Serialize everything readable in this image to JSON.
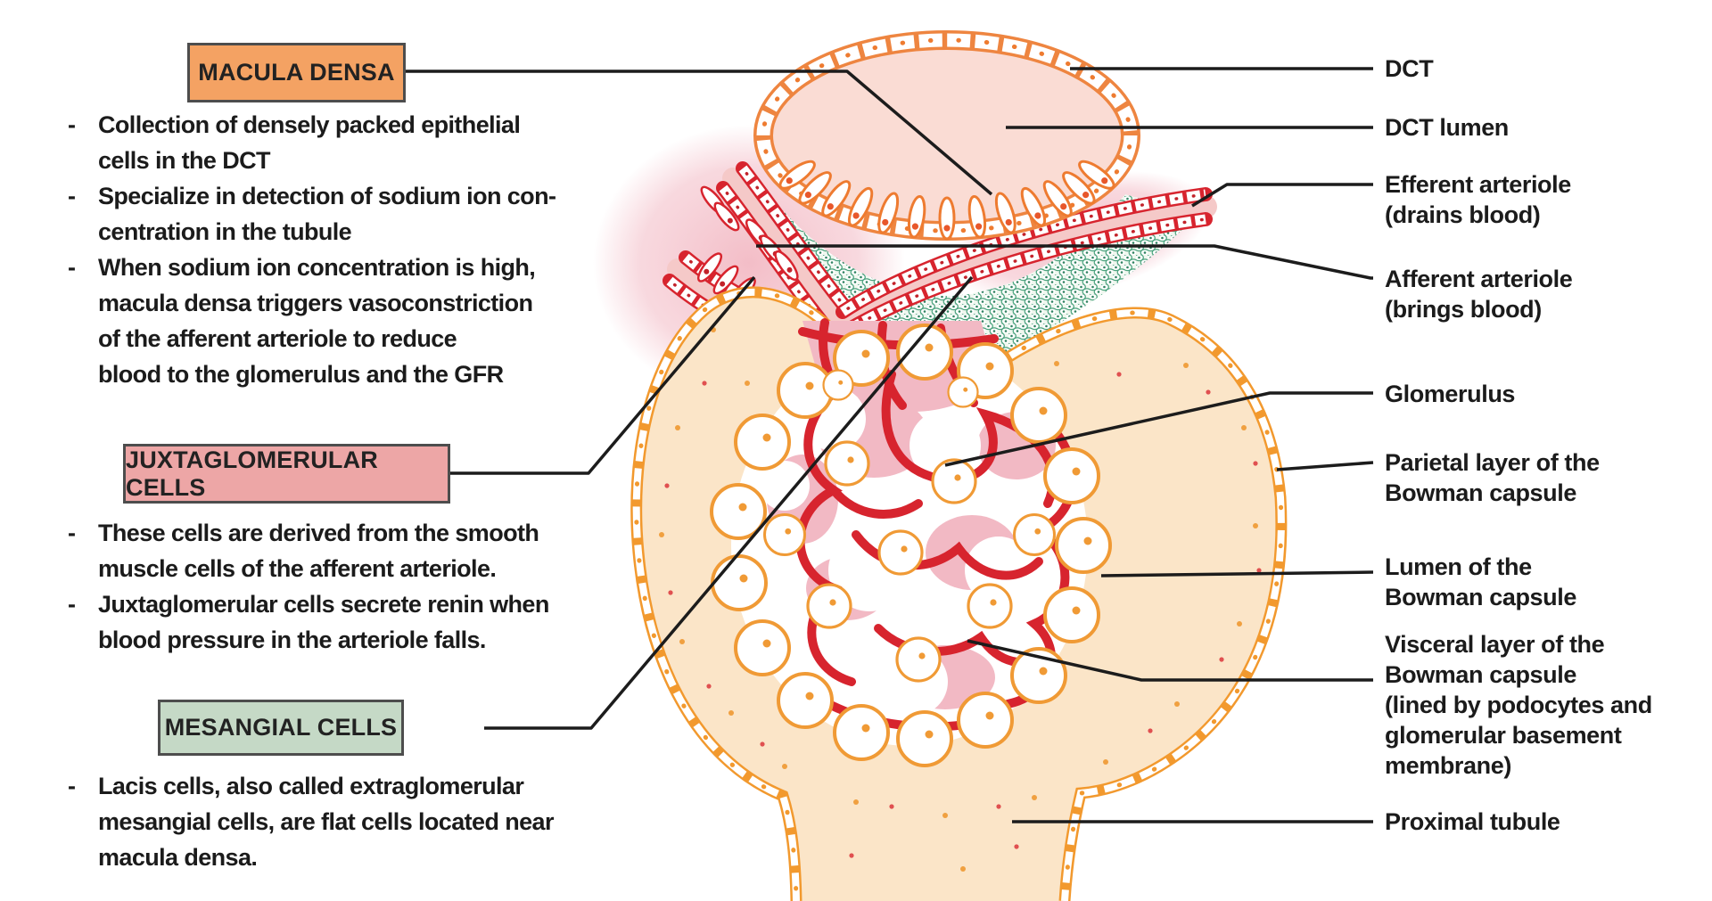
{
  "title": "Juxtaglomerular apparatus diagram",
  "dash_char": "-",
  "boxes": {
    "macula": {
      "label": "MACULA DENSA"
    },
    "jg": {
      "label": "JUXTAGLOMERULAR CELLS"
    },
    "mesangial": {
      "label": "MESANGIAL CELLS"
    }
  },
  "notes": {
    "macula": {
      "items": [
        {
          "lines": [
            "Collection of densely packed epithelial",
            "cells in the DCT"
          ]
        },
        {
          "lines": [
            "Specialize in detection of sodium ion con-",
            "centration in the tubule"
          ]
        },
        {
          "lines": [
            "When sodium ion concentration is high,",
            "macula densa triggers vasoconstriction",
            "of the afferent arteriole to reduce",
            "blood to the glomerulus and the GFR"
          ]
        }
      ]
    },
    "jg": {
      "items": [
        {
          "lines": [
            "These cells are derived from the smooth",
            "muscle cells of the afferent arteriole."
          ]
        },
        {
          "lines": [
            "Juxtaglomerular cells secrete renin when",
            "blood pressure in the arteriole falls."
          ]
        }
      ]
    },
    "mesangial": {
      "items": [
        {
          "lines": [
            "Lacis cells, also called extraglomerular",
            "mesangial cells, are flat cells located near",
            "macula densa."
          ]
        }
      ]
    }
  },
  "right_labels": {
    "dct": {
      "lines": [
        "DCT"
      ]
    },
    "dct_lumen": {
      "lines": [
        "DCT lumen"
      ]
    },
    "efferent": {
      "lines": [
        "Efferent arteriole",
        "(drains blood)"
      ]
    },
    "afferent": {
      "lines": [
        "Afferent arteriole",
        "(brings blood)"
      ]
    },
    "glomerulus": {
      "lines": [
        "Glomerulus"
      ]
    },
    "parietal": {
      "lines": [
        "Parietal layer of the",
        "Bowman capsule"
      ]
    },
    "bowman_lumen": {
      "lines": [
        "Lumen of the",
        "Bowman capsule"
      ]
    },
    "visceral": {
      "lines": [
        "Visceral layer of the",
        "Bowman capsule",
        "(lined by podocytes and",
        "glomerular basement",
        "membrane)"
      ]
    },
    "proximal": {
      "lines": [
        "Proximal tubule"
      ]
    }
  },
  "colors": {
    "macula_box_bg": "#f4a263",
    "jg_box_bg": "#eda6a6",
    "mesangial_box_bg": "#c5d9c6",
    "box_border": "#4d4d4d",
    "text": "#1b1b1b",
    "leader_line": "#1c1c1c",
    "dct_orange": "#ee8540",
    "capsule_orange": "#f2992e",
    "capsule_lumen_beige": "#fbe5c8",
    "dct_lumen_pink": "#fadcd4",
    "vessel_red": "#d7242e",
    "vessel_lumen_pink": "#f5c9c8",
    "glow_pink": "#f6ccd4",
    "mesangium_pink": "#f2b9c4",
    "honeycomb_green": "#4aa27d",
    "honeycomb_fill": "#f0f7ef"
  }
}
